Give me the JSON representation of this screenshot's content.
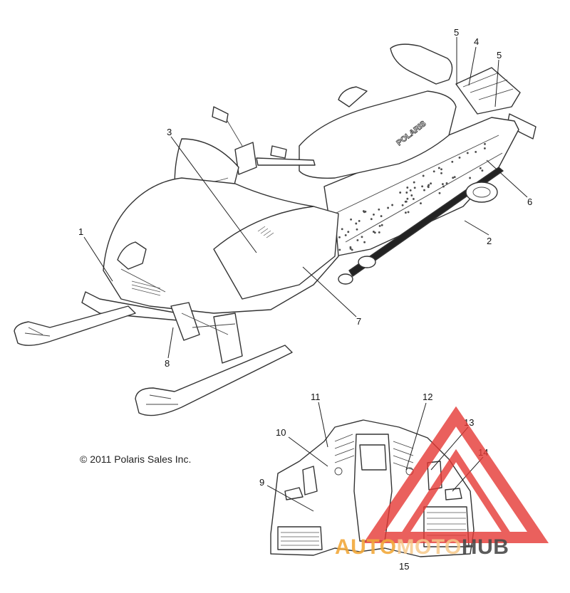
{
  "copyright": "© 2011 Polaris Sales Inc.",
  "brand_on_seat": "POLARIS",
  "watermark": {
    "part1": "AUTO",
    "part2": "MOTO",
    "part3": "HUB",
    "color_accent": "#e53935",
    "color_orange": "#f2a93b",
    "color_dark": "#4a4a4a"
  },
  "callouts": [
    {
      "id": "c1",
      "label": "1"
    },
    {
      "id": "c2",
      "label": "2"
    },
    {
      "id": "c3",
      "label": "3"
    },
    {
      "id": "c4",
      "label": "4"
    },
    {
      "id": "c5a",
      "label": "5"
    },
    {
      "id": "c5b",
      "label": "5"
    },
    {
      "id": "c6",
      "label": "6"
    },
    {
      "id": "c7",
      "label": "7"
    },
    {
      "id": "c8",
      "label": "8"
    },
    {
      "id": "c9",
      "label": "9"
    },
    {
      "id": "c10",
      "label": "10"
    },
    {
      "id": "c11",
      "label": "11"
    },
    {
      "id": "c12",
      "label": "12"
    },
    {
      "id": "c13",
      "label": "13"
    },
    {
      "id": "c14",
      "label": "14"
    },
    {
      "id": "c15",
      "label": "15"
    }
  ]
}
